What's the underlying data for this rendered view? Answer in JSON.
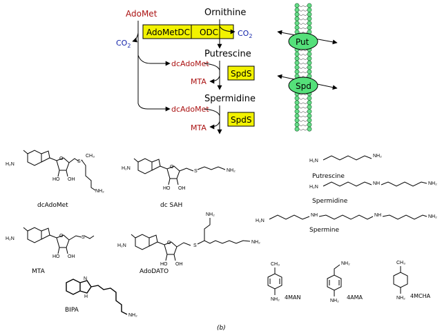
{
  "pathway": {
    "adomet": "AdoMet",
    "ornithine": "Ornithine",
    "co2_left": "CO",
    "co2_right": "CO",
    "co2_sub": "2",
    "enzyme_adometdc": "AdoMetDC",
    "enzyme_odc": "ODC",
    "putrescine": "Putrescine",
    "dcadomet_1": "dcAdoMet",
    "spds_1": "SpdS",
    "mta_1": "MTA",
    "spermidine": "Spermidine",
    "dcadomet_2": "dcAdoMet",
    "spds_2": "SpdS",
    "mta_2": "MTA"
  },
  "membrane": {
    "put_label": "Put",
    "spd_label": "Spd"
  },
  "structures": {
    "dcadomet": "dcAdoMet",
    "dcsah": "dc SAH",
    "mta": "MTA",
    "adodato": "AdoDATO",
    "bipa": "BIPA",
    "putrescine": "Putrescine",
    "spermidine": "Spermidine",
    "spermine": "Spermine",
    "man4": "4MAN",
    "ama4": "4AMA",
    "mcha4": "4MCHA"
  },
  "atoms": {
    "h2n": "H₂N",
    "nh2": "NH₂",
    "n": "N",
    "nh": "NH",
    "h": "H",
    "s": "S",
    "splus": "S⁺",
    "ch3": "CH₃",
    "o": "O",
    "ho": "HO",
    "oh": "OH",
    "minus": "—"
  },
  "caption": "(b)",
  "colors": {
    "enzyme_fill": "#f2f200",
    "cofactor_text": "#aa1111",
    "co2_text": "#1122aa",
    "transporter_fill": "#55e07a",
    "bead_fill": "#66dd88"
  }
}
